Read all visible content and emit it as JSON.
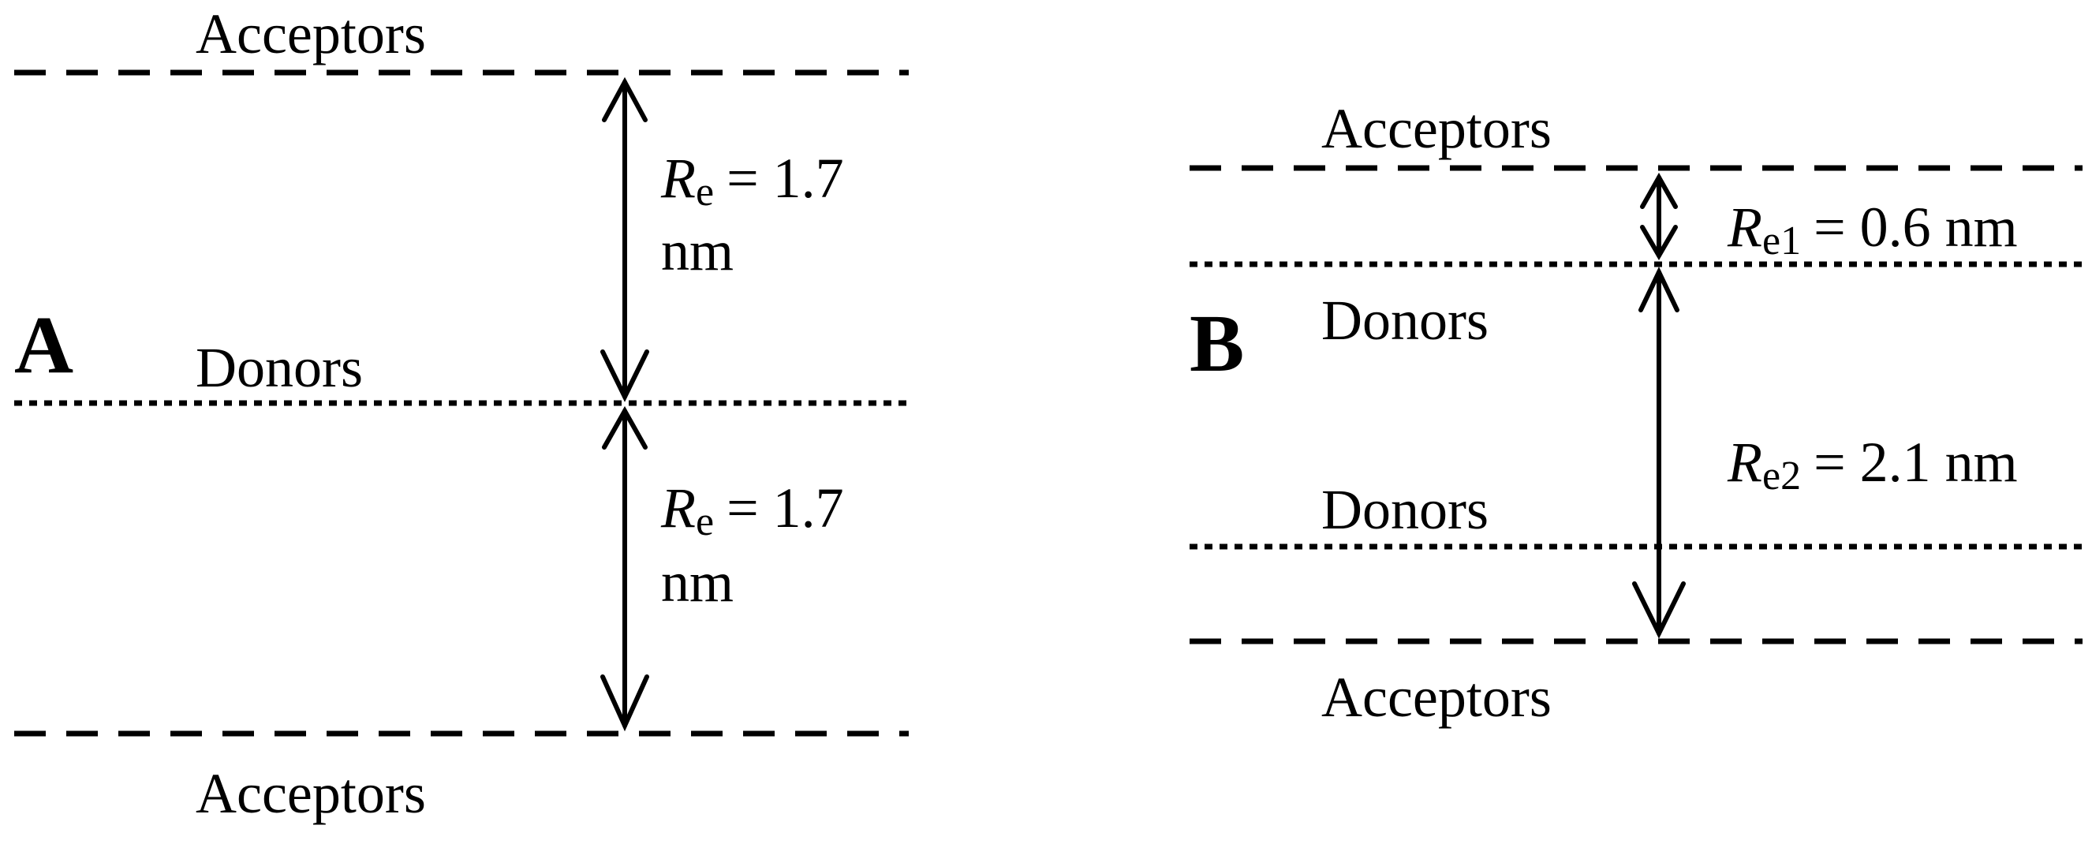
{
  "panel_a": {
    "letter": "A",
    "top_label": "Acceptors",
    "middle_label": "Donors",
    "bottom_label": "Acceptors",
    "dist_upper": {
      "symbol": "R",
      "subscript": "e",
      "value": "= 1.7",
      "unit": "nm"
    },
    "dist_lower": {
      "symbol": "R",
      "subscript": "e",
      "value": "= 1.7",
      "unit": "nm"
    }
  },
  "panel_b": {
    "letter": "B",
    "top_label": "Acceptors",
    "donor_label_1": "Donors",
    "donor_label_2": "Donors",
    "bottom_label": "Acceptors",
    "dist_short": {
      "symbol": "R",
      "subscript": "e1",
      "value": "= 0.6 nm"
    },
    "dist_long": {
      "symbol": "R",
      "subscript": "e2",
      "value": "= 2.1 nm"
    }
  }
}
